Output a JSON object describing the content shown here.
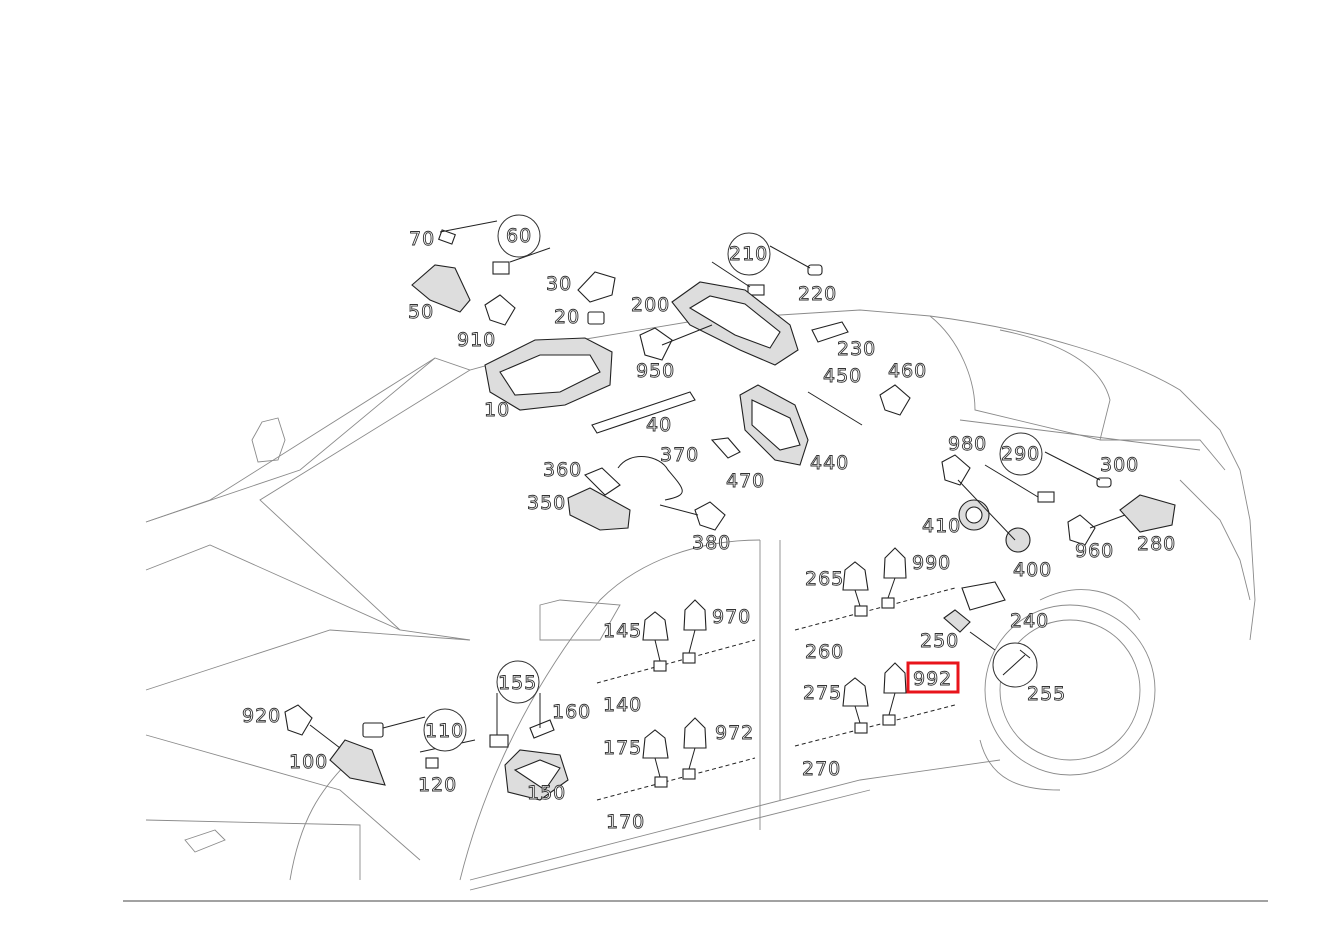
{
  "diagram": {
    "highlight_color": "#e8141b",
    "highlighted_label": "992",
    "labels": {
      "l70": "70",
      "l60": "60",
      "l50": "50",
      "l910": "910",
      "l30": "30",
      "l20": "20",
      "l10": "10",
      "l210": "210",
      "l220": "220",
      "l200": "200",
      "l950": "950",
      "l230": "230",
      "l450": "450",
      "l460": "460",
      "l40": "40",
      "l440": "440",
      "l370": "370",
      "l470": "470",
      "l360": "360",
      "l350": "350",
      "l380": "380",
      "l980": "980",
      "l290": "290",
      "l300": "300",
      "l410": "410",
      "l400": "400",
      "l960": "960",
      "l280": "280",
      "l265": "265",
      "l990": "990",
      "l260": "260",
      "l240": "240",
      "l250": "250",
      "l255": "255",
      "l145": "145",
      "l970": "970",
      "l140": "140",
      "l155": "155",
      "l160": "160",
      "l275": "275",
      "l992": "992",
      "l270": "270",
      "l920": "920",
      "l110": "110",
      "l100": "100",
      "l120": "120",
      "l150": "150",
      "l175": "175",
      "l972": "972",
      "l170": "170"
    }
  }
}
